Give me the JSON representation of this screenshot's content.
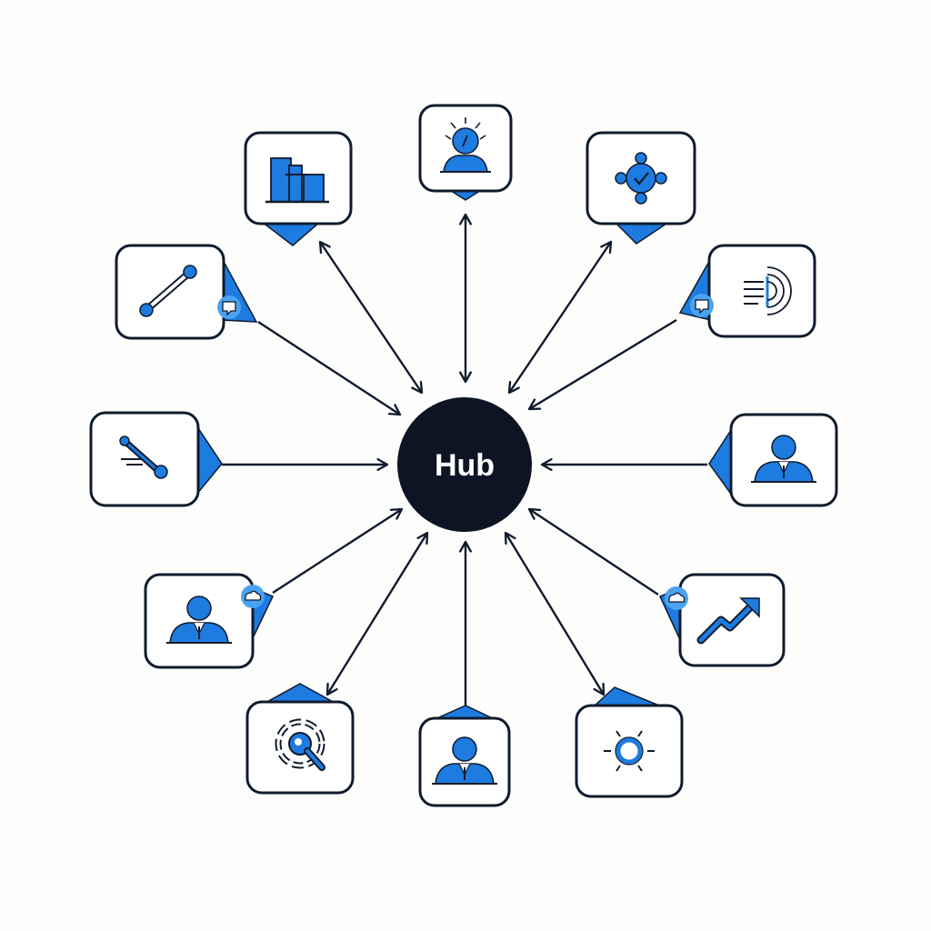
{
  "hub": {
    "label": "Hub"
  },
  "colors": {
    "accent": "#1e7be0",
    "accent_light": "#4aa3f0",
    "outline": "#0f1b2d",
    "hub_fill": "#0d1424",
    "card_fill": "#ffffff",
    "background": "#fdfdfc"
  },
  "nodes": [
    {
      "id": "top",
      "icon": "lightbulb-person-icon",
      "arrow": "two-way"
    },
    {
      "id": "top-right",
      "icon": "network-check-icon",
      "arrow": "two-way"
    },
    {
      "id": "right-upper",
      "icon": "broadcast-signal-icon",
      "arrow": "to-hub",
      "badge": "chat-badge-icon"
    },
    {
      "id": "right",
      "icon": "person-icon",
      "arrow": "to-hub"
    },
    {
      "id": "right-lower",
      "icon": "trend-up-icon",
      "arrow": "to-hub",
      "badge": "cloud-badge-icon"
    },
    {
      "id": "bottom-right",
      "icon": "settings-sun-icon",
      "arrow": "two-way"
    },
    {
      "id": "bottom",
      "icon": "person-icon",
      "arrow": "to-hub"
    },
    {
      "id": "bottom-left",
      "icon": "search-gear-icon",
      "arrow": "two-way"
    },
    {
      "id": "left-lower",
      "icon": "person-icon",
      "arrow": "to-hub",
      "badge": "cloud-badge-icon"
    },
    {
      "id": "left",
      "icon": "lever-icon",
      "arrow": "to-hub"
    },
    {
      "id": "left-upper",
      "icon": "link-icon",
      "arrow": "to-hub",
      "badge": "chat-badge-icon"
    },
    {
      "id": "top-left",
      "icon": "building-icon",
      "arrow": "two-way"
    }
  ]
}
